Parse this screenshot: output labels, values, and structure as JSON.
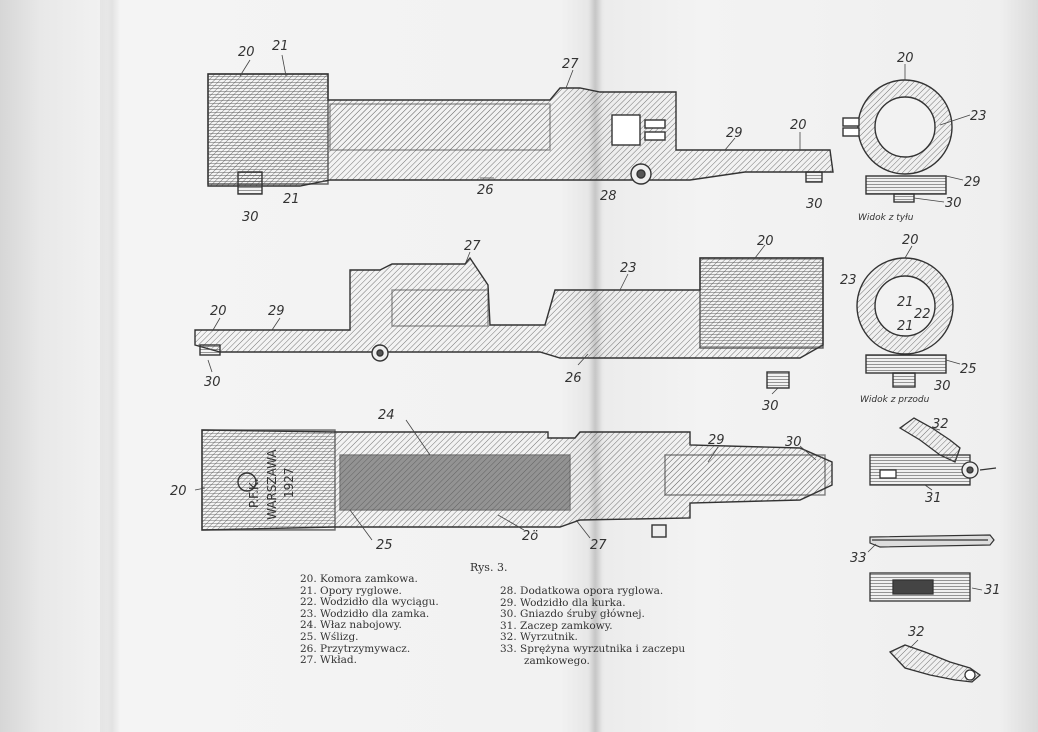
{
  "caption": "Rys. 3.",
  "legend_left": [
    "20. Komora zamkowa.",
    "21. Opory ryglowe.",
    "22. Wodzidło dla wyciągu.",
    "23. Wodzidło dla zamka.",
    "24. Właz nabojowy.",
    "25. Wślizg.",
    "26. Przytrzymywacz.",
    "27. Wkład."
  ],
  "legend_right": [
    "28. Dodatkowa opora ryglowa.",
    "29. Wodzidło dla kurka.",
    "30. Gniazdo śruby głównej.",
    "31. Zaczep zamkowy.",
    "32. Wyrzutnik.",
    "33. Sprężyna wyrzutnika i zaczepu",
    "zamkowego."
  ],
  "view_labels": {
    "rear": "Widok z tyłu",
    "front": "Widok z przodu"
  },
  "stamp": {
    "maker": "P.F.K.",
    "city": "WARSZAWA",
    "year": "1927"
  },
  "part_labels": {
    "n20": "20",
    "n21": "21",
    "n22": "22",
    "n23": "23",
    "n24": "24",
    "n25": "25",
    "n26": "26",
    "n27": "27",
    "n28": "28",
    "n29": "29",
    "n30": "30",
    "n31": "31",
    "n32": "32",
    "n33": "33",
    "n20b": "2ö"
  }
}
